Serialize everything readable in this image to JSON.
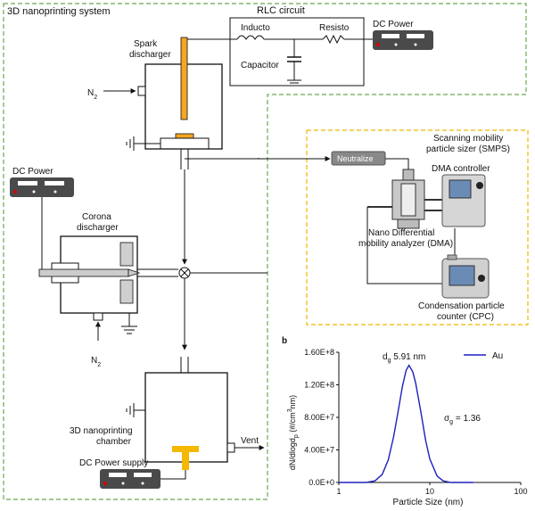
{
  "system_label": "3D nanoprinting system",
  "rlc": {
    "title": "RLC circuit",
    "inductor": "Inducto",
    "resistor": "Resisto",
    "capacitor": "Capacitor"
  },
  "dc_power_top": "DC Power",
  "dc_power_left": "DC Power",
  "dc_power_supply": "DC Power supply",
  "spark": {
    "line1": "Spark",
    "line2": "discharger"
  },
  "n2_top": {
    "main": "N",
    "sub": "2"
  },
  "n2_bottom": {
    "main": "N",
    "sub": "2"
  },
  "corona": {
    "line1": "Corona",
    "line2": "discharger"
  },
  "chamber": {
    "line1": "3D nanoprinting",
    "line2": "chamber"
  },
  "vent": "Vent",
  "smps": {
    "title_line1": "Scanning mobility",
    "title_line2": "particle sizer (SMPS)",
    "neutralizer": "Neutralize",
    "dma_controller": "DMA controller",
    "dma_line1": "Nano Differential",
    "dma_line2": "mobility analyzer (DMA)",
    "cpc_line1": "Condensation particle",
    "cpc_line2": "counter (CPC)"
  },
  "chart_data": {
    "panel_label": "b",
    "type": "line",
    "x": [
      1,
      2,
      2.5,
      3,
      3.5,
      4,
      4.5,
      5,
      5.5,
      5.91,
      6.5,
      7,
      8,
      9,
      10,
      12,
      14,
      17,
      20,
      30
    ],
    "series": [
      {
        "name": "Au",
        "values": [
          0,
          0,
          2000000.0,
          10000000.0,
          28000000.0,
          56000000.0,
          88000000.0,
          118000000.0,
          138000000.0,
          144000000.0,
          136000000.0,
          122000000.0,
          86000000.0,
          52000000.0,
          29000000.0,
          8000000.0,
          2000000.0,
          0,
          0,
          0
        ],
        "color": "#1f1fbf"
      }
    ],
    "xscale": "log",
    "xlim": [
      1,
      100
    ],
    "ylim": [
      0,
      160000000.0
    ],
    "xticks": [
      "1",
      "10",
      "100"
    ],
    "yticks": [
      "0.0E+0",
      "4.00E+7",
      "8.00E+7",
      "1.20E+8",
      "1.60E+8"
    ],
    "xlabel": "Particle Size (nm)",
    "ylabel": "dN/dlogd",
    "ylabel_sub": "p",
    "ylabel_tail": " (#/cm",
    "ylabel_sup": "3",
    "ylabel_end": "nm)",
    "annotation_dg": {
      "main": "d",
      "sub": "g",
      "tail": " 5.91 nm"
    },
    "annotation_sigma": {
      "main": "σ",
      "sub": "g",
      "tail": " = 1.36"
    },
    "legend": "top-right"
  }
}
